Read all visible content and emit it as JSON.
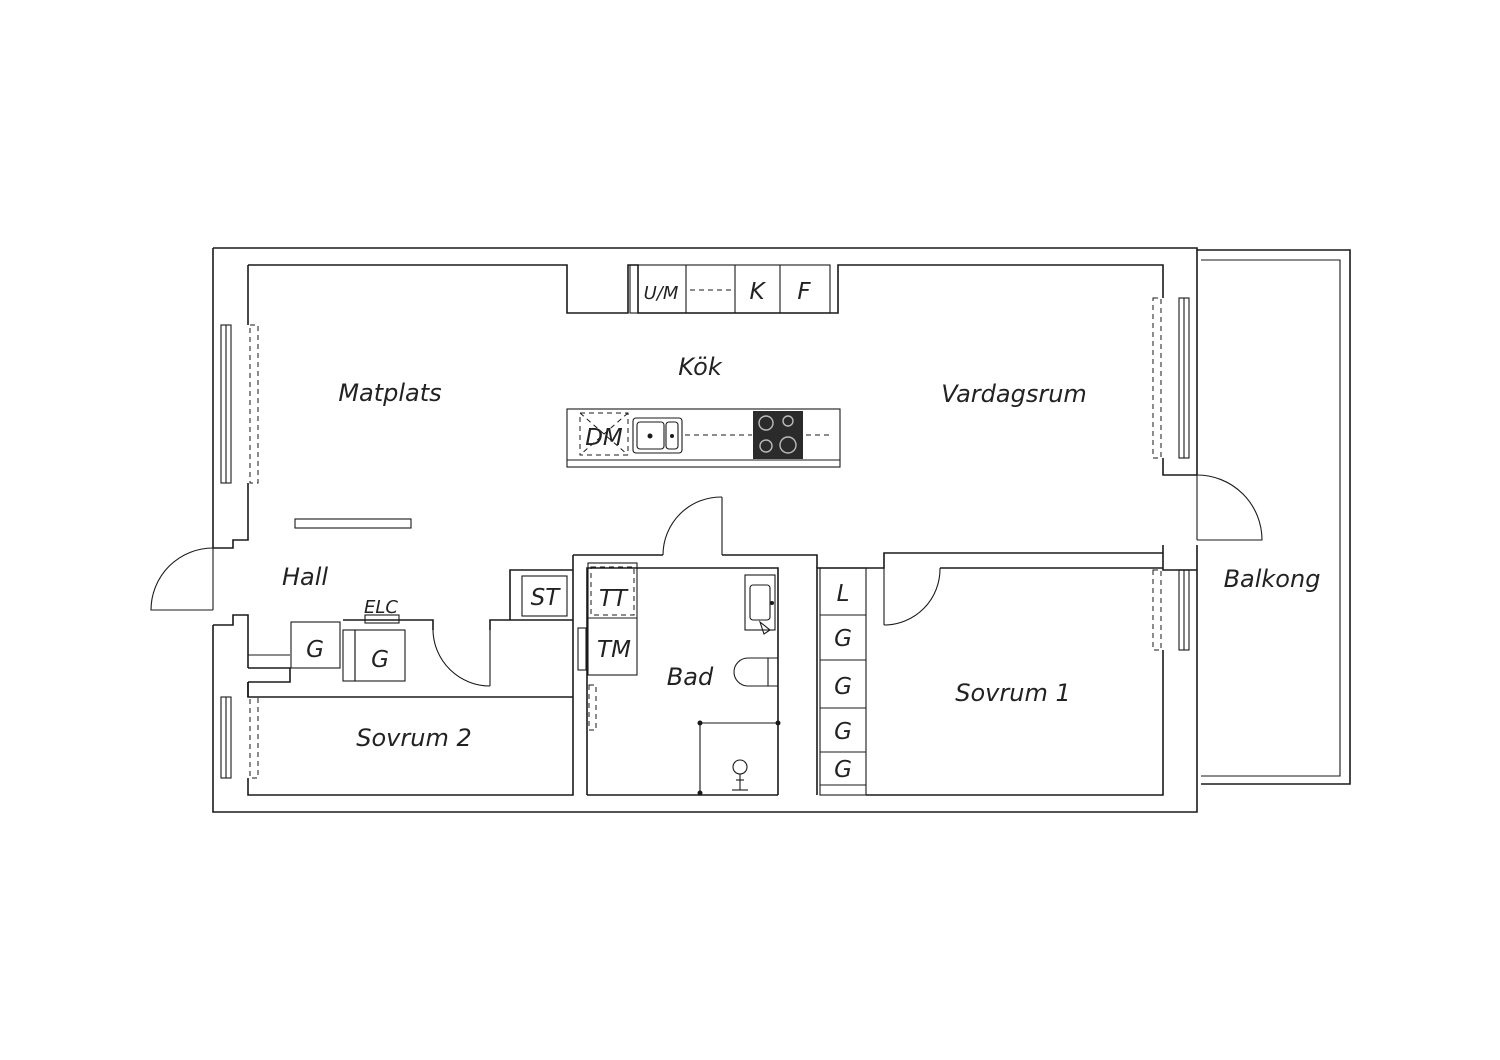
{
  "rooms": {
    "kitchen": "Kök",
    "dining": "Matplats",
    "living": "Vardagsrum",
    "hall": "Hall",
    "bath": "Bad",
    "bedroom1": "Sovrum 1",
    "bedroom2": "Sovrum 2",
    "balcony": "Balkong"
  },
  "fixtures": {
    "freezer_fridge": "U/M",
    "fridge": "K",
    "freezer": "F",
    "dishwasher": "DM",
    "storage": "ST",
    "dryer": "TT",
    "washer": "TM",
    "electric_cabinet": "ELC",
    "wardrobe_hall_1": "G",
    "wardrobe_hall_2": "G",
    "linen": "L",
    "wardrobe_1": "G",
    "wardrobe_2": "G",
    "wardrobe_3": "G",
    "wardrobe_4": "G"
  },
  "colors": {
    "line": "#1a1a1a",
    "hob": "#2b2b2b",
    "background": "#ffffff"
  }
}
